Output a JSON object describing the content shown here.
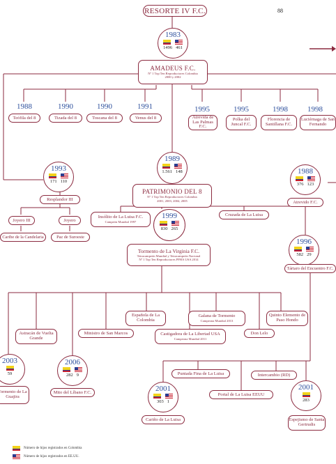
{
  "page_number": "88",
  "root": "RESORTE IV F.C.",
  "amadeus": {
    "year": "1983",
    "co": "1496",
    "us": "461",
    "name": "AMADEUS F.C.",
    "sub1": "Nº 1 Top Ten Reproductores Colombia",
    "sub2": "2000 y 2002"
  },
  "dau_left": [
    {
      "year": "1988",
      "name": "Teófila del 8"
    },
    {
      "year": "1990",
      "name": "Tizada del 8"
    },
    {
      "year": "1990",
      "name": "Toscana del 8"
    },
    {
      "year": "1991",
      "name": "Venus del 8"
    }
  ],
  "dau_right": [
    {
      "year": "1995",
      "name": "Atrevida de Las Palmas F.C."
    },
    {
      "year": "1995",
      "name": "Polka del Juncal F.C."
    },
    {
      "year": "1998",
      "name": "Florencia de Santillana F.C."
    },
    {
      "year": "1998",
      "name": "Luciérnaga de San Fernando"
    }
  ],
  "resplandor": {
    "year": "1993",
    "co": "171",
    "us": "110",
    "name": "Resplandor III"
  },
  "joyero3": "Joyero III",
  "joyero": "Joyero",
  "caribe": "Caribe de la Candelaria",
  "paz": "Paz de Suroeste",
  "patrimonio": {
    "year": "1989",
    "co": "1.561",
    "us": "148",
    "name": "PATRIMONIO DEL 8",
    "sub1": "Nº 1 Top Ten Reproductores Colombia",
    "sub2": "2001, 2003, 2004, 2005"
  },
  "atrevido": {
    "year": "1988",
    "co": "376",
    "us": "123",
    "name": "Atrevido F.C."
  },
  "insolito": {
    "name": "Insólito de La Luisa F.C.",
    "sub": "Campeón Mundial 1997"
  },
  "cruzada": "Cruzada de La Luisa",
  "tormento": {
    "year": "1999",
    "co": "830",
    "us": "265",
    "name": "Tormento de La Virginia F.C.",
    "sub1": "Tetracampeón Mundial y Tetracampeón Nacional",
    "sub2": "Nº 1 Top Ten Reproductores PFHA USA 2014"
  },
  "tartaro": {
    "year": "1996",
    "co": "582",
    "us": "29",
    "name": "Tártaro del Encuentro F.C."
  },
  "offspring_tormento": [
    {
      "name": "Astracán de Vuelta Grande"
    },
    {
      "name": "Ministro de San Marcos"
    },
    {
      "name": "Española de La Colombia"
    },
    {
      "name": "Castigadora de La Libertad USA",
      "sub": "Campeona Mundial 2011"
    },
    {
      "name": "Galana de Tormento",
      "sub": "Campeona Mundial 2013"
    },
    {
      "name": "Don Lelo"
    },
    {
      "name": "Quinto Elemento de Paso Hondo"
    }
  ],
  "tormento_guajira": {
    "year": "2003",
    "co": "59",
    "name": "Tormento de La Guajira"
  },
  "mito": {
    "year": "2006",
    "co": "282",
    "us": "9",
    "name": "Mito del Líbano F.C."
  },
  "puntada": "Puntada Fina de La Luisa",
  "intercambio": "Intercambio (RD)",
  "portal": "Portal de La Luisa EEUU",
  "carino": {
    "year": "2001",
    "co": "303",
    "us": "1",
    "name": "Cariño de La Luisa"
  },
  "espejismo": {
    "year": "2001",
    "co": "283",
    "name": "Espejismo de Santa Gertrudis"
  },
  "legend": {
    "co": "Número de hijos registrados en Colombia",
    "us": "Número de hijos registrados en EE.UU."
  },
  "colors": {
    "accent": "#8b2a3f",
    "year": "#2d4f9c",
    "colombia_yellow": "#f2d21b",
    "colombia_blue": "#2a3d8f",
    "colombia_red": "#c8202f"
  }
}
